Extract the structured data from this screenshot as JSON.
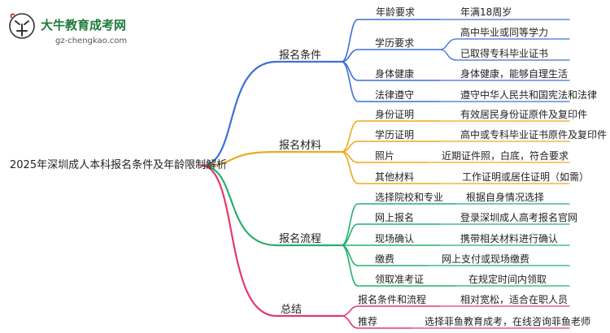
{
  "logo": {
    "title": "大牛教育成考网",
    "url": "gz-chengkao.com"
  },
  "root": "2025年深圳成人本科报名条件及年龄限制解析",
  "colors": {
    "blue": "#3c6fd8",
    "orange": "#f0a81e",
    "green": "#26b06e",
    "red": "#e4386e"
  },
  "branches": [
    {
      "label": "报名条件",
      "items": [
        {
          "label": "年龄要求",
          "leaves": [
            "年满18周岁"
          ]
        },
        {
          "label": "学历要求",
          "leaves": [
            "高中毕业或同等学力",
            "已取得专科毕业证书"
          ]
        },
        {
          "label": "身体健康",
          "leaves": [
            "身体健康，能够自理生活"
          ]
        },
        {
          "label": "法律遵守",
          "leaves": [
            "遵守中华人民共和国宪法和法律"
          ]
        }
      ]
    },
    {
      "label": "报名材料",
      "items": [
        {
          "label": "身份证明",
          "leaves": [
            "有效居民身份证原件及复印件"
          ]
        },
        {
          "label": "学历证明",
          "leaves": [
            "高中或专科毕业证书原件及复印件"
          ]
        },
        {
          "label": "照片",
          "leaves": [
            "近期证件照，白底，符合要求"
          ]
        },
        {
          "label": "其他材料",
          "leaves": [
            "工作证明或居住证明（如需）"
          ]
        }
      ]
    },
    {
      "label": "报名流程",
      "items": [
        {
          "label": "选择院校和专业",
          "leaves": [
            "根据自身情况选择"
          ]
        },
        {
          "label": "网上报名",
          "leaves": [
            "登录深圳成人高考报名官网"
          ]
        },
        {
          "label": "现场确认",
          "leaves": [
            "携带相关材料进行确认"
          ]
        },
        {
          "label": "缴费",
          "leaves": [
            "网上支付或现场缴费"
          ]
        },
        {
          "label": "领取准考证",
          "leaves": [
            "在规定时间内领取"
          ]
        }
      ]
    },
    {
      "label": "总结",
      "items": [
        {
          "label": "报名条件和流程",
          "leaves": [
            "相对宽松，适合在职人员"
          ]
        },
        {
          "label": "推荐",
          "leaves": [
            "选择菲鱼教育成考，在线咨询菲鱼老师"
          ]
        }
      ]
    }
  ]
}
